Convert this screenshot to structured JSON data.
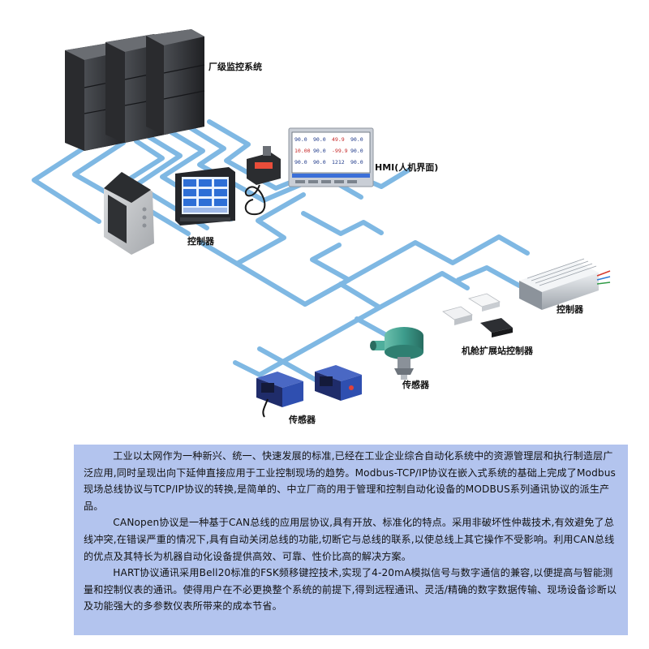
{
  "labels": {
    "plant_monitoring": "厂级监控系统",
    "hmi": "HMI(人机界面)",
    "controller_left": "控制器",
    "controller_right": "控制器",
    "expansion_station": "机舱扩展站控制器",
    "sensor_transmitter": "传感器",
    "sensor_photo": "传感器"
  },
  "hmi_screen": {
    "readings": [
      "90.0",
      "90.0",
      "49.9",
      "90.0",
      "10.00",
      "90.0",
      "-99.9",
      "90.0",
      "90.0",
      "90.0",
      "1212",
      "90.0"
    ]
  },
  "description": {
    "paragraphs": [
      "工业以太网作为一种新兴、统一、快速发展的标准,已经在工业企业综合自动化系统中的资源管理层和执行制造层广泛应用,同时呈现出向下延伸直接应用于工业控制现场的趋势。Modbus-TCP/IP协议在嵌入式系统的基础上完成了Modbus现场总线协议与TCP/IP协议的转换,是简单的、中立厂商的用于管理和控制自动化设备的MODBUS系列通讯协议的派生产品。",
      "CANopen协议是一种基于CAN总线的应用层协议,具有开放、标准化的特点。采用非破坏性仲裁技术,有效避免了总线冲突,在错误严重的情况下,具有自动关闭总线的功能,切断它与总线的联系,以使总线上其它操作不受影响。利用CAN总线的优点及其特长为机器自动化设备提供高效、可靠、性价比高的解决方案。",
      "HART协议通讯采用Bell20标准的FSK频移键控技术,实现了4-20mA模拟信号与数字通信的兼容,以便提高与智能测量和控制仪表的通讯。使得用户在不必更换整个系统的前提下,得到远程通讯、灵活/精确的数字数据传输、现场设备诊断以及功能强大的多参数仪表所带来的成本节省。"
    ]
  },
  "colors": {
    "network_line": "#7fb8e3",
    "description_bg": "#b3c4ee",
    "server_dark": "#2c2e31",
    "transmitter_green": "#3d9c8c",
    "photo_sensor_blue": "#2f4fb0"
  }
}
